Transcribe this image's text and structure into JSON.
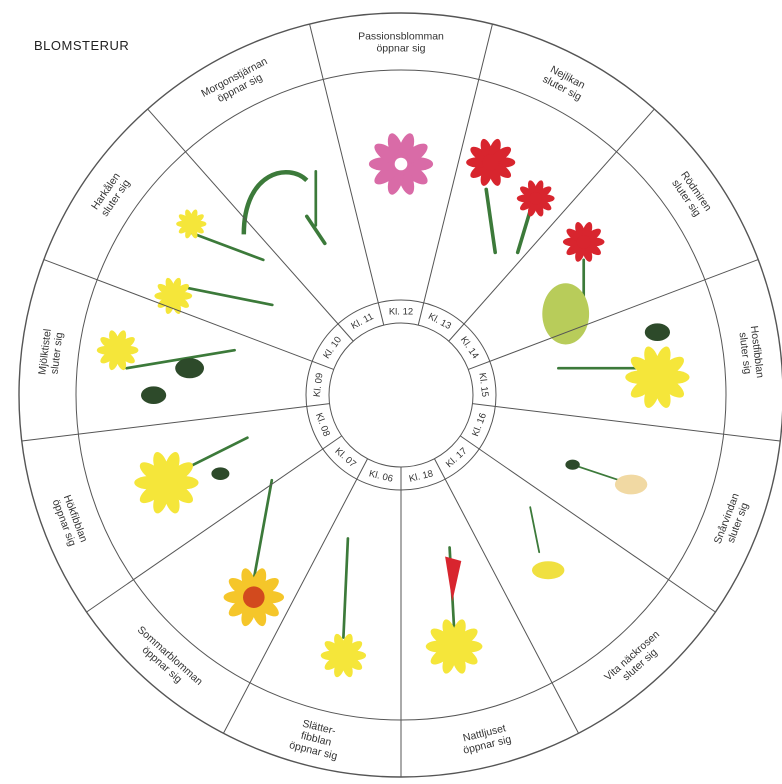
{
  "title": "BLOMSTERUR",
  "colors": {
    "ring": "#555555",
    "yellow": "#f5e63a",
    "green": "#3c7a3a",
    "red": "#d8252e",
    "pink": "#d96ba7"
  },
  "segments": [
    {
      "hour": "Kl. 12",
      "label": [
        "Passionsblomman",
        "öppnar sig"
      ],
      "flower": "pink-flower-icon"
    },
    {
      "hour": "Kl. 13",
      "label": [
        "Nejlikan",
        "sluter sig"
      ],
      "flower": "red-carnation-icon"
    },
    {
      "hour": "Kl. 14",
      "label": [
        "Rödmiren",
        "sluter sig"
      ],
      "flower": "red-primrose-icon"
    },
    {
      "hour": "Kl. 15",
      "label": [
        "Hostfibblan",
        "sluter sig"
      ],
      "flower": "yellow-hawkbit-icon"
    },
    {
      "hour": "Kl. 16",
      "label": [
        "Snårvindan",
        "sluter sig"
      ],
      "flower": "bud-flower-icon"
    },
    {
      "hour": "Kl. 17",
      "label": [
        "Vita näckrosen",
        "sluter sig"
      ],
      "flower": "water-lily-icon"
    },
    {
      "hour": "Kl. 18",
      "label": [
        "Nattljuset",
        "öppnar sig"
      ],
      "flower": "evening-primrose-icon"
    },
    {
      "hour": "Kl. 06",
      "label": [
        "Slätter-",
        "fibblan",
        "öppnar sig"
      ],
      "flower": "catsear-icon"
    },
    {
      "hour": "Kl. 07",
      "label": [
        "Sommarblomman",
        "öppnar sig"
      ],
      "flower": "marigold-icon"
    },
    {
      "hour": "Kl. 08",
      "label": [
        "Hökfibblan",
        "öppnar sig"
      ],
      "flower": "hawkweed-icon"
    },
    {
      "hour": "Kl. 09",
      "label": [
        "Mjölktistel",
        "sluter sig"
      ],
      "flower": "sow-thistle-icon"
    },
    {
      "hour": "Kl. 10",
      "label": [
        "Harkålen",
        "sluter sig"
      ],
      "flower": "nipplewort-icon"
    },
    {
      "hour": "Kl. 11",
      "label": [
        "Morgonstjärnan",
        "öppnar sig"
      ],
      "flower": "goatsbeard-icon"
    }
  ]
}
